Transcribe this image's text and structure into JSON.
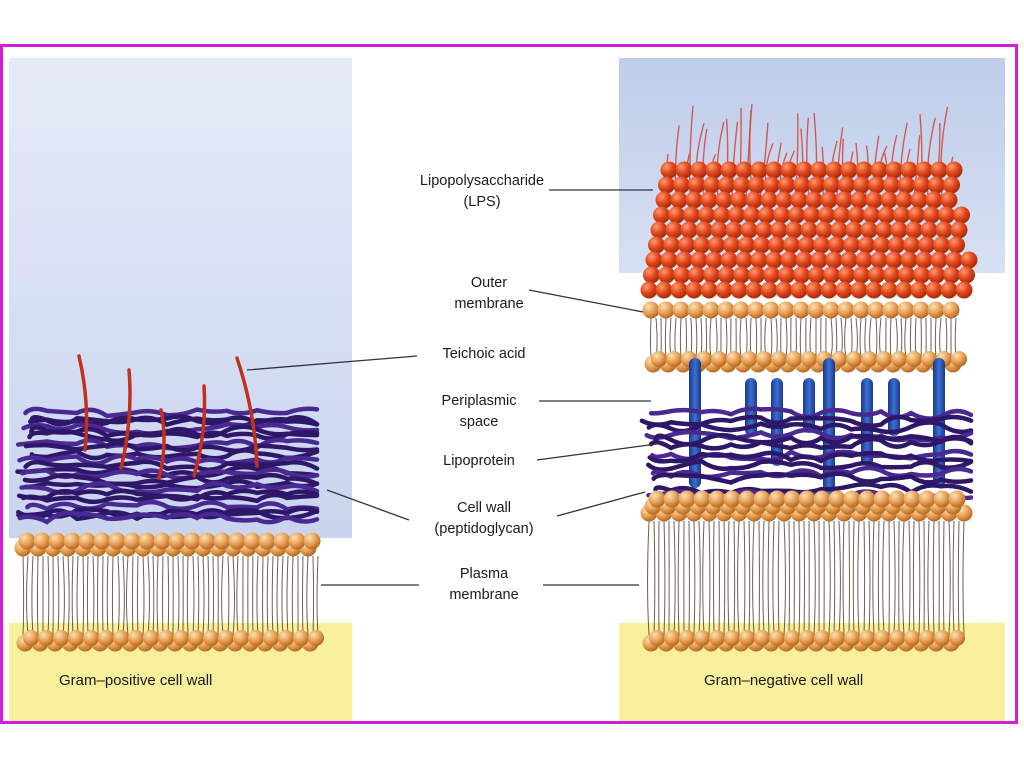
{
  "diagram": {
    "labels": {
      "lps_line1": "Lipopolysaccharide",
      "lps_line2": "(LPS)",
      "outer_line1": "Outer",
      "outer_line2": "membrane",
      "teichoic": "Teichoic acid",
      "periplasmic_line1": "Periplasmic",
      "periplasmic_line2": "space",
      "lipoprotein": "Lipoprotein",
      "cellwall_line1": "Cell wall",
      "cellwall_line2": "(peptidoglycan)",
      "plasma_line1": "Plasma",
      "plasma_line2": "membrane"
    },
    "captions": {
      "gram_positive": "Gram–positive cell wall",
      "gram_negative": "Gram–negative cell wall"
    },
    "colors": {
      "frame": "#d21fd6",
      "bluish_background": "#c7d3ee",
      "yellow_base": "#f7ef9c",
      "lipid_head": "#e6a055",
      "peptidoglycan": "#3a1d7a",
      "lps_head": "#e24a1c",
      "teichoic_acid": "#c0321e",
      "lipoprotein": "#1f4aa8"
    }
  }
}
